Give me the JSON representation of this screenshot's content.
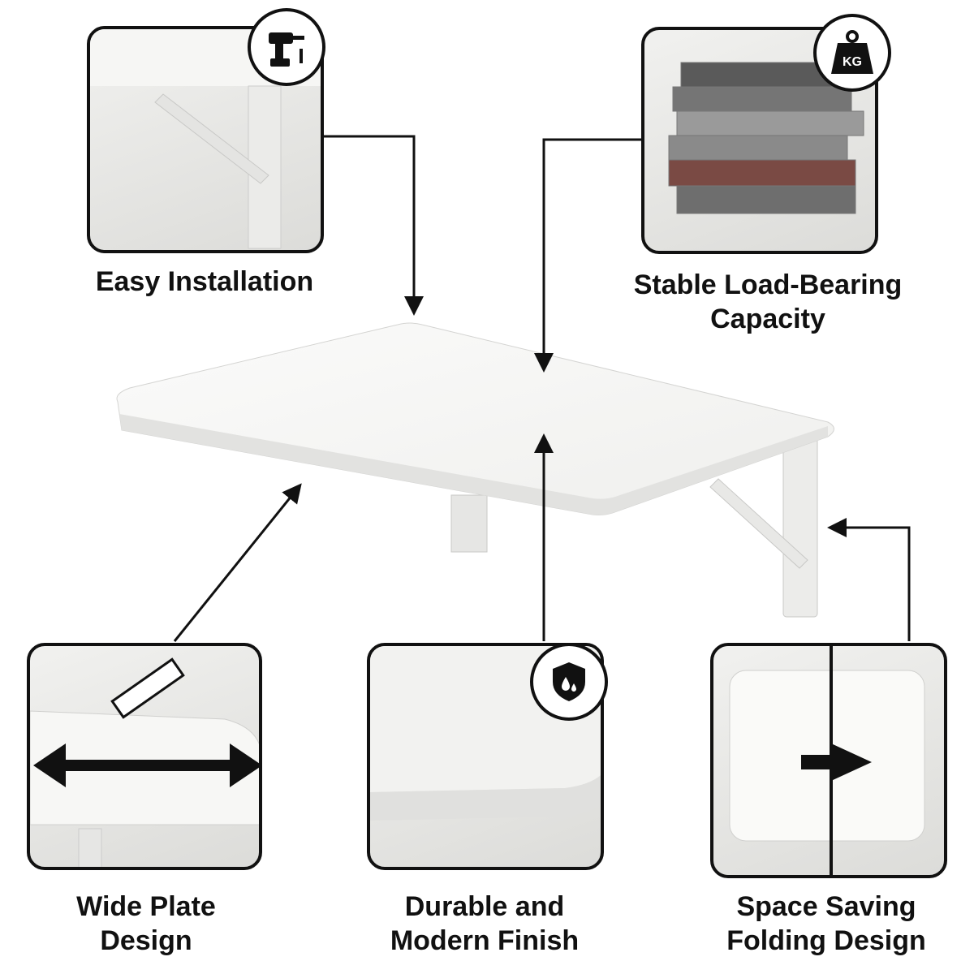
{
  "features": [
    {
      "title": "Easy Installation",
      "icon": "drill-icon"
    },
    {
      "title": "Stable Load-Bearing",
      "title2": "Capacity",
      "icon": "weight-icon",
      "badge_text": "KG"
    },
    {
      "title": "Wide Plate",
      "title2": "Design",
      "icon": "ruler-icon"
    },
    {
      "title": "Durable and",
      "title2": "Modern Finish",
      "icon": "waterproof-shield-icon"
    },
    {
      "title": "Space Saving",
      "title2": "Folding Design",
      "icon": "arrow-right-icon"
    }
  ]
}
